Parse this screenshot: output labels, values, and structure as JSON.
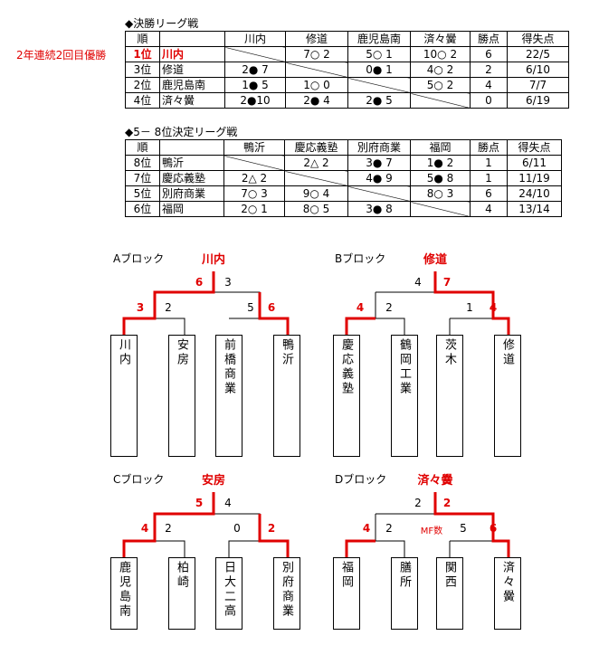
{
  "final_league": {
    "title": "◆決勝リーグ戦",
    "note": "2年連続2回目優勝",
    "headers": [
      "順",
      "",
      "川内",
      "修道",
      "鹿児島南",
      "済々黌",
      "勝点",
      "得失点"
    ],
    "rows": [
      {
        "rank": "1位",
        "team": "川内",
        "cells": [
          "",
          "7○ 2",
          "5○ 1",
          "10○ 2"
        ],
        "pts": "6",
        "gd": "22/5"
      },
      {
        "rank": "3位",
        "team": "修道",
        "cells": [
          "2● 7",
          "",
          "0● 1",
          "4○ 2"
        ],
        "pts": "2",
        "gd": "6/10"
      },
      {
        "rank": "2位",
        "team": "鹿児島南",
        "cells": [
          "1● 5",
          "1○ 0",
          "",
          "5○ 2"
        ],
        "pts": "4",
        "gd": "7/7"
      },
      {
        "rank": "4位",
        "team": "済々黌",
        "cells": [
          "2●10",
          "2● 4",
          "2● 5",
          ""
        ],
        "pts": "0",
        "gd": "6/19"
      }
    ]
  },
  "placement_league": {
    "title": "◆5－ 8位決定リーグ戦",
    "headers": [
      "順",
      "",
      "鴨沂",
      "慶応義塾",
      "別府商業",
      "福岡",
      "勝点",
      "得失点"
    ],
    "rows": [
      {
        "rank": "8位",
        "team": "鴨沂",
        "cells": [
          "",
          "2△ 2",
          "3● 7",
          "1● 2"
        ],
        "pts": "1",
        "gd": "6/11"
      },
      {
        "rank": "7位",
        "team": "慶応義塾",
        "cells": [
          "2△ 2",
          "",
          "4● 9",
          "5● 8"
        ],
        "pts": "1",
        "gd": "11/19"
      },
      {
        "rank": "5位",
        "team": "別府商業",
        "cells": [
          "7○ 3",
          "9○ 4",
          "",
          "8○ 3"
        ],
        "pts": "6",
        "gd": "24/10"
      },
      {
        "rank": "6位",
        "team": "福岡",
        "cells": [
          "2○ 1",
          "8○ 5",
          "3● 8",
          ""
        ],
        "pts": "4",
        "gd": "13/14"
      }
    ]
  },
  "blocks": {
    "A": {
      "label": "Aブロック",
      "winner": "川内",
      "teams": [
        "川内",
        "安房",
        "前橋商業",
        "鴨沂"
      ],
      "scores": [
        "6",
        "3",
        "3",
        "2",
        "5",
        "6"
      ]
    },
    "B": {
      "label": "Bブロック",
      "winner": "修道",
      "teams": [
        "慶応義塾",
        "鶴岡工業",
        "茨木",
        "修道"
      ],
      "scores": [
        "4",
        "7",
        "4",
        "2",
        "1",
        "4"
      ]
    },
    "C": {
      "label": "Cブロック",
      "winner": "安房",
      "teams": [
        "鹿児島南",
        "柏崎",
        "日大二高",
        "別府商業"
      ],
      "scores": [
        "5",
        "4",
        "4",
        "2",
        "0",
        "2"
      ]
    },
    "D": {
      "label": "Dブロック",
      "winner": "済々黌",
      "teams": [
        "福岡",
        "膳所",
        "関西",
        "済々黌"
      ],
      "scores": [
        "2",
        "2",
        "4",
        "2",
        "5",
        "6"
      ],
      "note": "MF数"
    }
  },
  "colors": {
    "win": "#e00000"
  }
}
